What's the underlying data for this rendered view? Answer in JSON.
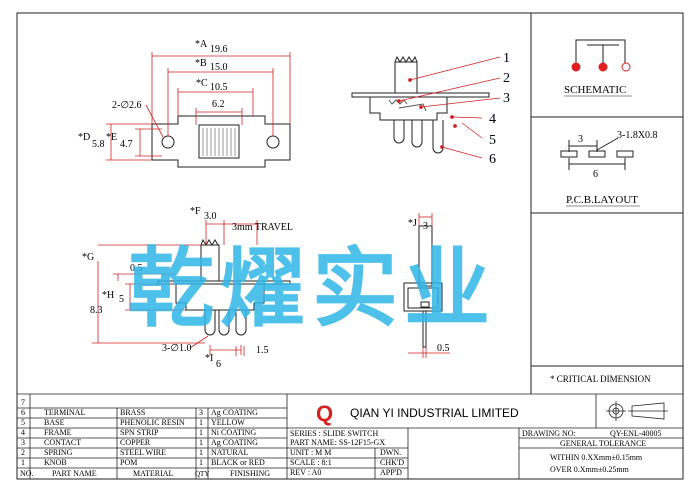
{
  "top_view": {
    "dim_a_label": "*A",
    "dim_a_value": "19.6",
    "dim_b_label": "*B",
    "dim_b_value": "15.0",
    "dim_c_label": "*C",
    "dim_c_value": "10.5",
    "dim_62": "6.2",
    "hole_label": "2-∅2.6",
    "dim_d_label": "*D",
    "dim_d_value": "5.8",
    "dim_e_label": "*E",
    "dim_e_value": "4.7"
  },
  "side_view": {
    "dim_f_label": "*F",
    "dim_f_value": "3.0",
    "travel_label": "3mm TRAVEL",
    "dim_g_label": "*G",
    "dim_05": "0.5",
    "dim_h_label": "*H",
    "dim_h_value": "5",
    "dim_83": "8.3",
    "pin_label": "3-∅1.0",
    "dim_i_label": "*I",
    "dim_i_value": "6",
    "dim_15": "1.5"
  },
  "end_view": {
    "dim_j_label": "*J",
    "dim_j_value": "3",
    "dim_05": "0.5"
  },
  "callouts": [
    "1",
    "2",
    "3",
    "4",
    "5",
    "6"
  ],
  "schematic": {
    "title": "SCHEMATIC",
    "pad_color": "#e02020"
  },
  "pcb": {
    "dim_3": "3",
    "slot_label": "3-1.8X0.8",
    "dim_6": "6",
    "title": "P.C.B.LAYOUT"
  },
  "critical_note": "* CRITICAL  DIMENSION",
  "watermark": "乾燿实业",
  "watermark_color": "#2fb6e8",
  "title_block": {
    "bom_rows": [
      {
        "no": "7",
        "part": "",
        "material": "",
        "qty": "",
        "finishing": ""
      },
      {
        "no": "6",
        "part": "TERMINAL",
        "material": "BRASS",
        "qty": "3",
        "finishing": "Ag COATING"
      },
      {
        "no": "5",
        "part": "BASE",
        "material": "PHENOLIC RESIN",
        "qty": "1",
        "finishing": "YELLOW"
      },
      {
        "no": "4",
        "part": "FRAME",
        "material": "SPN STRIP",
        "qty": "1",
        "finishing": "Ni COATING"
      },
      {
        "no": "3",
        "part": "CONTACT",
        "material": "COPPER",
        "qty": "1",
        "finishing": "Ag COATING"
      },
      {
        "no": "2",
        "part": "SPRING",
        "material": "STEEL WIRE",
        "qty": "1",
        "finishing": "NATURAL"
      },
      {
        "no": "1",
        "part": "KNOB",
        "material": "POM",
        "qty": "1",
        "finishing": "BLACK or RED"
      }
    ],
    "bom_header": {
      "no": "NO.",
      "part": "PART NAME",
      "material": "MATERIAL",
      "qty": "QTY",
      "finishing": "FINISHING"
    },
    "company_logo": "Q",
    "company_name": "QIAN  YI  INDUSTRIAL  LIMITED",
    "logo_color": "#d42020",
    "series": "SERIES : SLIDE SWITCH",
    "part_name": "PART NAME: SS-12F15-GX",
    "unit": "UNIT : M M",
    "dwn": "DWN.",
    "scale": "SCALE : 8:1",
    "chkd": "CHK'D",
    "rev": "REV  : A0",
    "appd": "APP'D",
    "drawing_no_label": "DRAWING NO:",
    "drawing_no": "QY-ENL-40005",
    "general_tolerance": "GENERAL TOLERANCE",
    "tol_within": "WITHIN 0.XXmm±0.15mm",
    "tol_over": "OVER    0.Xmm±0.25mm"
  }
}
